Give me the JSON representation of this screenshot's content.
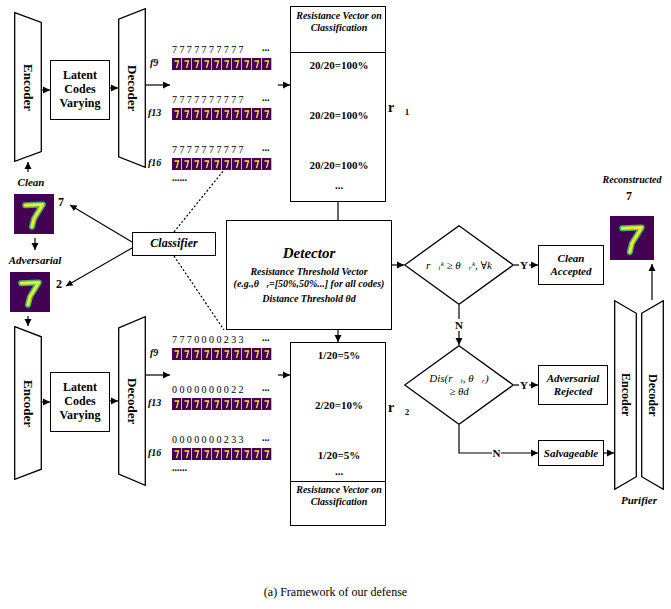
{
  "diagram": {
    "caption": "(a) Framework of our defense",
    "nodes": [
      {
        "text": [
          "Clean"
        ]
      },
      {
        "text": [
          "Adversarial"
        ]
      },
      {
        "text": [
          "Encoder"
        ]
      },
      {
        "text": [
          "Latent Codes Varying"
        ]
      },
      {
        "text": [
          "Decoder"
        ]
      },
      {
        "text": [
          "7777777777",
          "7777777777",
          "7777777777"
        ]
      },
      {
        "text": [
          "Resistance Vector on Classification",
          "20/20=100%",
          "20/20=100%",
          "20/20=100%",
          "..."
        ]
      },
      {
        "text": [
          "Classifier"
        ]
      },
      {
        "text": [
          "Detector",
          "Resistance Threshold Vector (e.g.,θ⃗ᵣ=[50%,50%...] for all codes)",
          "Distance Threshold θd"
        ]
      },
      {
        "text": [
          "Encoder"
        ]
      },
      {
        "text": [
          "Latent Codes Varying"
        ]
      },
      {
        "text": [
          "Decoder"
        ]
      },
      {
        "text": [
          "7770000233",
          "0000000022",
          "0000000233"
        ]
      },
      {
        "text": [
          "1/20=5%",
          "2/20=10%",
          "1/20=5%",
          "...",
          "Resistance Vector on Classification"
        ]
      },
      {
        "text": [
          "r⃗ᵢᵏ ≥ θ⃗ᵣᵏ, ∀k"
        ]
      },
      {
        "text": [
          "Clean Accepted"
        ]
      },
      {
        "text": [
          "Dis(r⃗ᵢ, θ⃗ᵣ) ≥ θd"
        ]
      },
      {
        "text": [
          "Adversarial Rejected"
        ]
      },
      {
        "text": [
          "Salvageable"
        ]
      },
      {
        "text": [
          "Purifier"
        ]
      },
      {
        "text": [
          "Encoder"
        ],
        "in": 19
      },
      {
        "text": [
          "Decoder"
        ],
        "in": 19
      },
      {
        "text": [
          "Reconstructed"
        ]
      }
    ],
    "edges": [
      {
        "from": 0,
        "to": 2,
        "arrow": "to"
      },
      {
        "from": 0,
        "to": 1,
        "arrow": "to"
      },
      {
        "from": 2,
        "to": 3,
        "arrow": "to"
      },
      {
        "from": 3,
        "to": 4,
        "arrow": "to"
      },
      {
        "from": 4,
        "to": 5,
        "arrow": "to"
      },
      {
        "from": 5,
        "to": 6,
        "arrow": "to"
      },
      {
        "from": 1,
        "to": 9,
        "arrow": "to"
      },
      {
        "from": 9,
        "to": 10,
        "arrow": "to"
      },
      {
        "from": 10,
        "to": 11,
        "arrow": "to"
      },
      {
        "from": 11,
        "to": 12,
        "arrow": "to"
      },
      {
        "from": 12,
        "to": 13,
        "arrow": "to"
      },
      {
        "from": 7,
        "to": 5,
        "arrow": "none"
      },
      {
        "from": 7,
        "to": 12,
        "arrow": "none"
      },
      {
        "from": 8,
        "to": 6,
        "arrow": "none"
      },
      {
        "from": 8,
        "to": 13,
        "arrow": "to"
      },
      {
        "from": 8,
        "to": 14,
        "arrow": "to"
      },
      {
        "from": 14,
        "to": 15,
        "label": "Y",
        "arrow": "to"
      },
      {
        "from": 14,
        "to": 16,
        "label": "N",
        "arrow": "to"
      },
      {
        "from": 16,
        "to": 17,
        "label": "Y",
        "arrow": "to"
      },
      {
        "from": 16,
        "to": 18,
        "label": "N",
        "arrow": "to"
      },
      {
        "from": 18,
        "to": 19,
        "arrow": "to"
      },
      {
        "from": 19,
        "to": 22,
        "arrow": "to"
      }
    ],
    "labels": [
      "7",
      "2",
      "f9",
      "f13",
      "f16",
      "...",
      "...",
      "...",
      "......",
      "f9",
      "f13",
      "f16",
      "...",
      "...",
      "...",
      "......",
      "r⃗₁",
      "r⃗₂",
      "7"
    ]
  }
}
